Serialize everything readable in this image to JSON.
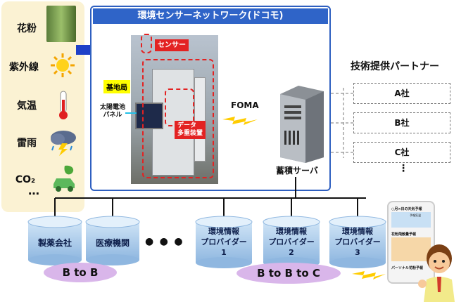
{
  "environment": {
    "items": [
      {
        "label": "花粉",
        "icon": "tree-icon"
      },
      {
        "label": "紫外線",
        "icon": "sun-icon"
      },
      {
        "label": "気温",
        "icon": "thermometer-icon"
      },
      {
        "label": "雷雨",
        "icon": "thunderstorm-icon"
      },
      {
        "label": "CO₂",
        "icon": "car-leaf-icon"
      }
    ],
    "more": "…"
  },
  "network": {
    "title": "環境センサーネットワーク(ドコモ)",
    "sensor_label": "センサー",
    "base_station_label": "基地局",
    "solar_panel_label": "太陽電池\nパネル",
    "mux_label": "データ\n多重装置",
    "foma_label": "FOMA",
    "server_label": "蓄積サーバ"
  },
  "partners": {
    "title": "技術提供パートナー",
    "items": [
      "A社",
      "B社",
      "C社"
    ],
    "more": "⋮"
  },
  "consumers": {
    "b2b": [
      "製薬会社",
      "医療機関"
    ],
    "b2b_more": "● ● ●",
    "providers": [
      "環境情報\nプロバイダー\n1",
      "環境情報\nプロバイダー\n2",
      "環境情報\nプロバイダー\n3"
    ],
    "b2b_label": "B to B",
    "b2b2c_label": "B to B to C"
  },
  "phone": {
    "title": "○月×日の天気予報",
    "forecast": "予報気温",
    "pollen": "花粉飛散量予報",
    "footer": "パーソナル花粉予報"
  }
}
